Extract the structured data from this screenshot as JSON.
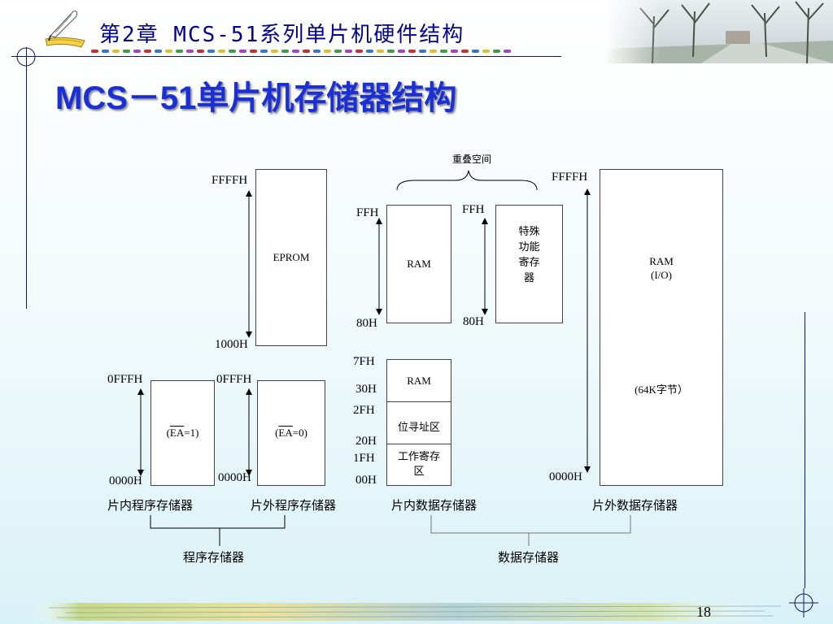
{
  "header": {
    "chapter": "第2章 MCS-51系列单片机硬件结构"
  },
  "title": "MCS－51单片机存储器结构",
  "diagram": {
    "overlap_label": "重叠空间",
    "eprom": {
      "top": "FFFFH",
      "bottom": "1000H",
      "text": "EPROM"
    },
    "internal_prog": {
      "top": "0FFFH",
      "bottom": "0000H",
      "text": "(EA=1)",
      "caption": "片内程序存储器"
    },
    "external_prog": {
      "top": "0FFFH",
      "bottom": "0000H",
      "text": "(EA=0)",
      "caption": "片外程序存储器"
    },
    "ram_high": {
      "top": "FFH",
      "bottom": "80H",
      "text": "RAM"
    },
    "sfr": {
      "top": "FFH",
      "bottom": "80H",
      "text": [
        "特殊",
        "功能",
        "寄存",
        "器"
      ]
    },
    "internal_data": {
      "labels": [
        "7FH",
        "30H",
        "2FH",
        "20H",
        "1FH",
        "00H"
      ],
      "ram": "RAM",
      "bit": "位寻址区",
      "work": [
        "工作寄存",
        "区"
      ],
      "caption": "片内数据存储器"
    },
    "external_data": {
      "top": "FFFFH",
      "bottom": "0000H",
      "text": [
        "RAM",
        "(I/O)"
      ],
      "size": "(64K字节）",
      "caption": "片外数据存储器"
    },
    "group_program": "程序存储器",
    "group_data": "数据存储器"
  },
  "page_number": "18",
  "colors": {
    "title": "#1a2fd6",
    "header": "#00008b",
    "line": "#0a1a6a"
  }
}
